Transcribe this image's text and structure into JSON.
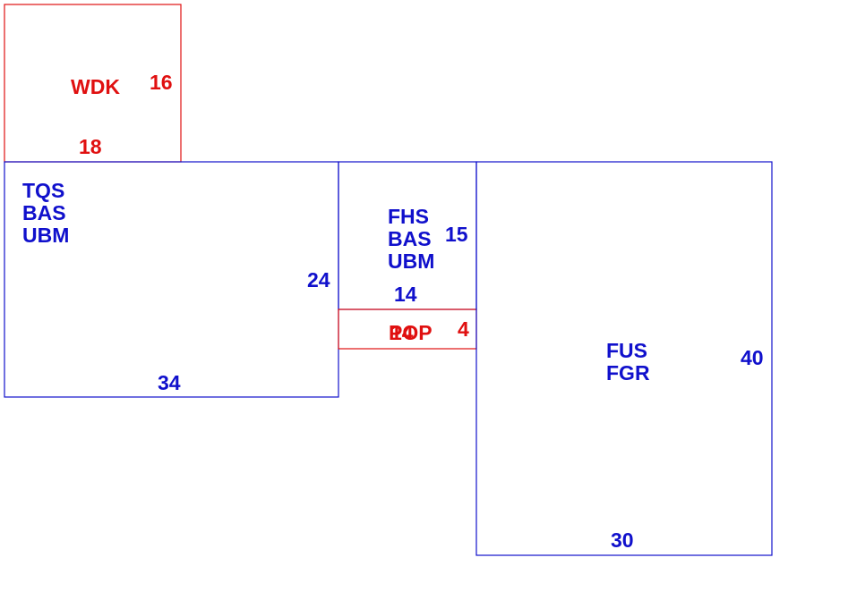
{
  "colors": {
    "red": "#e01010",
    "blue": "#1010cc"
  },
  "areas": {
    "wdk": {
      "codes": [
        "WDK"
      ],
      "side_dim": "16",
      "bottom_dim": "18",
      "color": "red"
    },
    "tqs": {
      "codes": [
        "TQS",
        "BAS",
        "UBM"
      ],
      "side_dim": "24",
      "bottom_dim": "34",
      "color": "blue"
    },
    "fhs": {
      "codes": [
        "FHS",
        "BAS",
        "UBM"
      ],
      "side_dim": "15",
      "bottom_dim": "14",
      "color": "blue"
    },
    "porch": {
      "codes": [
        "POP",
        "14"
      ],
      "side_dim": "4",
      "color": "red"
    },
    "fus": {
      "codes": [
        "FUS",
        "FGR"
      ],
      "side_dim": "40",
      "bottom_dim": "30",
      "color": "blue"
    }
  }
}
